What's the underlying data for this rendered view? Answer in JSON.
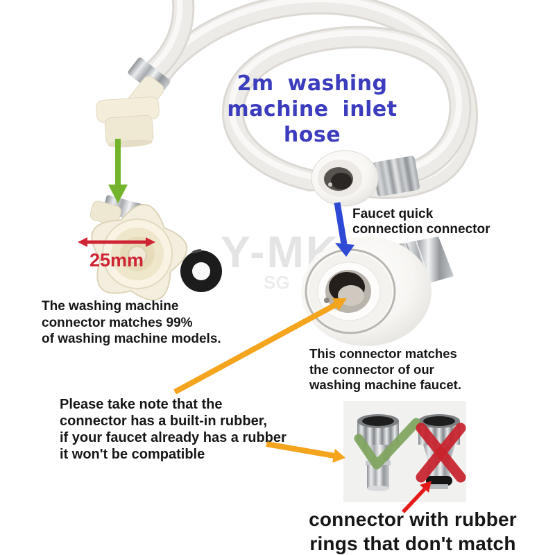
{
  "title": {
    "lines": [
      "2m washing",
      "machine inlet hose"
    ],
    "color": "#3c3cbe"
  },
  "watermark": {
    "brand": "Y-MK",
    "region": "SG"
  },
  "product": {
    "diameter_label": "25mm"
  },
  "labels": {
    "faucet_quick": {
      "lines": [
        "Faucet quick",
        "connection connector"
      ]
    },
    "wm_match": {
      "lines": [
        "The washing machine",
        "connector matches 99%",
        "of washing machine models."
      ]
    },
    "this_connector": {
      "lines": [
        "This connector matches",
        "the connector of our",
        "washing machine faucet."
      ]
    },
    "rubber_note": {
      "lines": [
        "Please take note that the",
        "connector has a built-in rubber,",
        "if your faucet already has a rubber",
        "it won't be compatible"
      ]
    },
    "bottom_caption": {
      "lines": [
        "connector with rubber",
        "rings that don't match"
      ]
    }
  },
  "icons": {
    "green_arrow": "points from hose machine-end to 25mm connector",
    "blue_arrow": "points from label to faucet quick connector",
    "orange_arrow_1": "points from note to built-in rubber inside connector",
    "orange_arrow_2": "points from note to comparison panel",
    "red_arrow": "points to rubber ring on incompatible connector",
    "check": "compatible connector",
    "cross": "incompatible connector",
    "diameter_arrow": "25mm inner diameter"
  },
  "colors": {
    "title_text": "#3c3cbe",
    "body_text": "#161616",
    "green_arrow": "#74b42c",
    "blue_arrow": "#2e49d4",
    "orange_arrow": "#f4a41d",
    "red_arrow": "#e41a18",
    "diameter_red": "#cf2433",
    "check_green": "#7fa55f",
    "cross_red": "#c8232d",
    "hose": "#ecebe7",
    "connector_cream": "#f3eedd",
    "panel_bg": "#f1f1ef",
    "watermark": "#e4e4e4"
  }
}
